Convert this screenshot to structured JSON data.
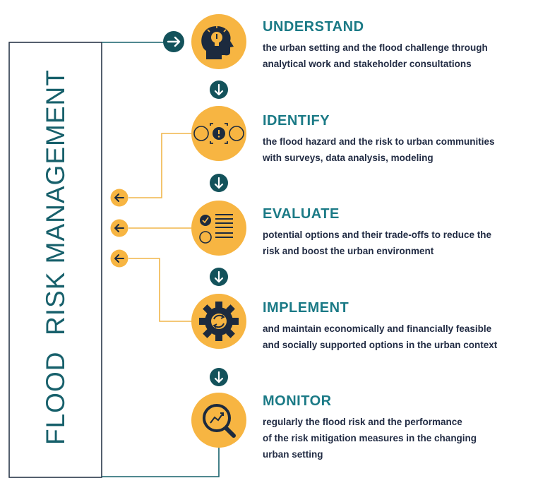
{
  "title": "FLOOD  RISK MANAGEMENT",
  "colors": {
    "accent_orange": "#f7b542",
    "teal_dark": "#13525b",
    "teal_text": "#1b7a86",
    "navy": "#1c2a3e",
    "body_text": "#222c44"
  },
  "steps": [
    {
      "heading": "UNDERSTAND",
      "line1": "the urban setting and the flood challenge through",
      "line2": "analytical work and stakeholder consultations",
      "icon": "head-lightbulb-icon"
    },
    {
      "heading": "IDENTIFY",
      "line1": "the flood hazard and the risk to urban communities",
      "line2": "with surveys, data analysis, modeling",
      "icon": "hazard-target-icon"
    },
    {
      "heading": "EVALUATE",
      "line1": "potential options and their trade-offs to reduce the",
      "line2": "risk and boost the urban environment",
      "icon": "checklist-icon"
    },
    {
      "heading": "IMPLEMENT",
      "line1": "and maintain economically and financially feasible",
      "line2": "and socially supported options in the urban context",
      "icon": "gear-cycle-icon"
    },
    {
      "heading": "MONITOR",
      "line1": "regularly the flood risk and the performance",
      "line2": "of the risk mitigation measures in the changing",
      "line3": "urban setting",
      "icon": "magnifier-trend-icon"
    }
  ]
}
